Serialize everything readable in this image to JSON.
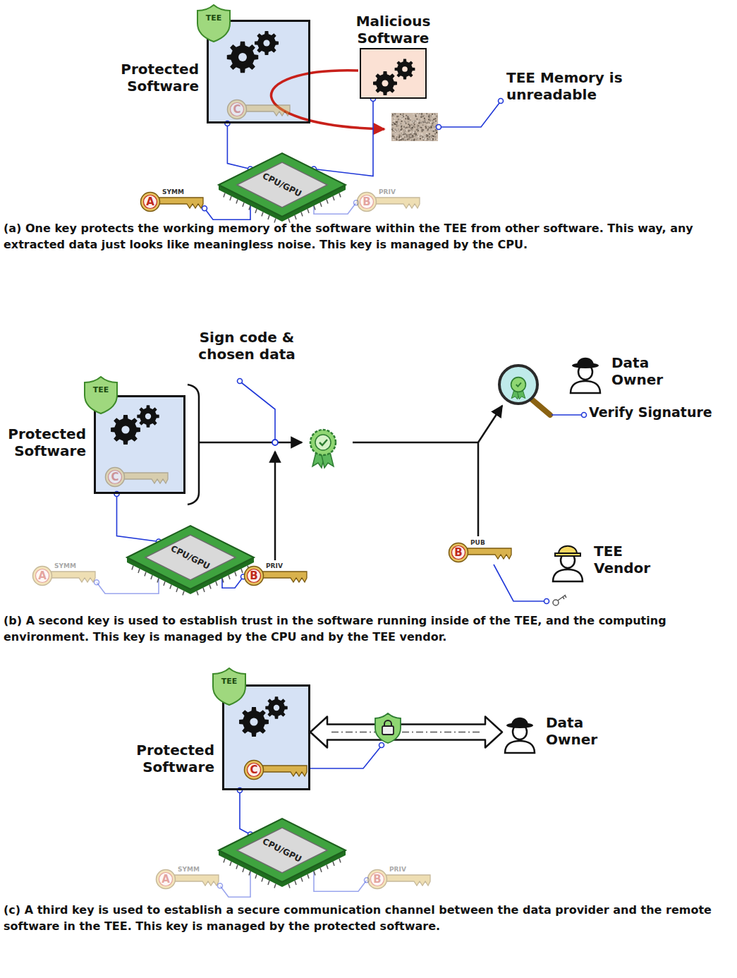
{
  "diagram": {
    "nodes": [
      {
        "text": [
          "Protected Software"
        ]
      },
      {
        "text": [
          "C"
        ],
        "in": 0
      },
      {
        "text": [
          "TEE"
        ]
      },
      {
        "text": [
          "Malicious Software"
        ]
      },
      {
        "text": [
          "CPU/GPU"
        ]
      },
      {
        "text": [
          "A",
          "SYMM"
        ]
      },
      {
        "text": [
          "B",
          "PRIV"
        ]
      },
      {
        "text": [
          "Protected Software"
        ]
      },
      {
        "text": [
          "C"
        ],
        "in": 7
      },
      {
        "text": [
          "TEE"
        ]
      },
      {
        "text": [
          "CPU/GPU"
        ]
      },
      {
        "text": [
          "A",
          "SYMM"
        ]
      },
      {
        "text": [
          "B",
          "PRIV"
        ]
      },
      {
        "text": [
          "Data Owner"
        ]
      },
      {
        "text": [
          "B",
          "PUB"
        ]
      },
      {
        "text": [
          "TEE Vendor"
        ]
      },
      {
        "text": [
          "Protected Software"
        ]
      },
      {
        "text": [
          "C"
        ],
        "in": 16
      },
      {
        "text": [
          "TEE"
        ]
      },
      {
        "text": [
          "Data Owner"
        ]
      },
      {
        "text": [
          "CPU/GPU"
        ]
      },
      {
        "text": [
          "A",
          "SYMM"
        ]
      },
      {
        "text": [
          "B",
          "PRIV"
        ]
      }
    ],
    "edges": [
      {
        "from": 0,
        "to": 4,
        "arrow": "none"
      },
      {
        "from": 3,
        "to": 4,
        "arrow": "none"
      },
      {
        "from": 5,
        "to": 4,
        "arrow": "none"
      },
      {
        "from": 6,
        "to": 4,
        "arrow": "none"
      },
      {
        "from": 7,
        "to": 10,
        "arrow": "none"
      },
      {
        "from": 11,
        "to": 10,
        "arrow": "none"
      },
      {
        "from": 12,
        "to": 10,
        "arrow": "none"
      },
      {
        "from": 16,
        "to": 19,
        "arrow": "both"
      },
      {
        "from": 16,
        "to": 20,
        "arrow": "none"
      },
      {
        "from": 21,
        "to": 20,
        "arrow": "none"
      },
      {
        "from": 22,
        "to": 20,
        "arrow": "none"
      }
    ],
    "labels": [
      "TEE Memory is unreadable",
      "(a) One key protects the working memory of the software within the TEE from other software. This way, any extracted data just looks like meaningless noise. This key is managed by the CPU.",
      "Sign code & chosen data",
      "Verify Signature",
      "(b) A second key is used to establish trust in the software running inside of the TEE, and the computing environment. This key is managed by the CPU and by the TEE vendor.",
      "(c) A third key is used to establish a secure communication channel between the data provider and the remote software in the TEE. This key is managed by the protected software."
    ]
  }
}
